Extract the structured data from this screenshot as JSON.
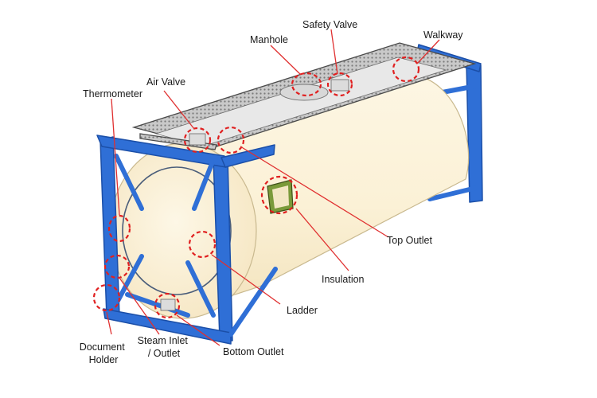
{
  "labels": {
    "manhole": "Manhole",
    "safety_valve": "Safety Valve",
    "walkway": "Walkway",
    "air_valve": "Air Valve",
    "thermometer": "Thermometer",
    "top_outlet": "Top Outlet",
    "insulation": "Insulation",
    "ladder": "Ladder",
    "document_holder": [
      "Document",
      "Holder"
    ],
    "steam_inlet_outlet": [
      "Steam Inlet",
      "/ Outlet"
    ],
    "bottom_outlet": "Bottom Outlet"
  },
  "colors": {
    "frame": "#2f6fd6",
    "tank": "#fbf1d6",
    "marker": "#e02020",
    "text": "#1a1a1a"
  }
}
